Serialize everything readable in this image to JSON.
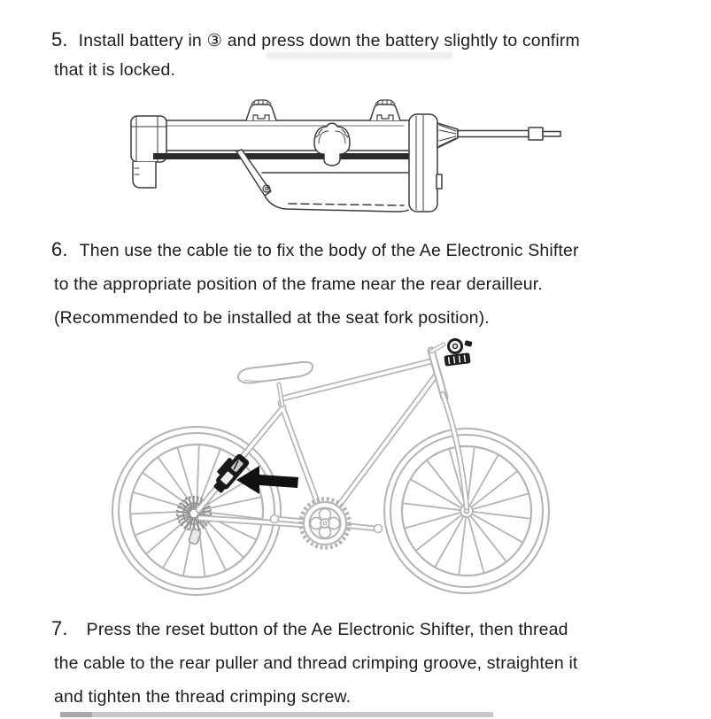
{
  "page": {
    "background": "#ffffff",
    "text_color": "#1c1c1c"
  },
  "steps": [
    {
      "number": "5.",
      "lines": [
        "Install battery in ③ and press down the battery slightly to confirm",
        "that it is locked."
      ]
    },
    {
      "number": "6.",
      "lines": [
        "Then use the cable tie to fix the body of the Ae Electronic Shifter",
        "to the appropriate position of the frame near the rear derailleur.",
        "(Recommended to be installed at the seat fork position)."
      ]
    },
    {
      "number": "7.",
      "lines": [
        "Press the reset button of the Ae Electronic Shifter, then thread",
        "the cable to the rear puller and thread crimping groove, straighten it",
        "and tighten the thread crimping screw."
      ]
    }
  ],
  "figures": [
    {
      "name": "shifter-battery-diagram",
      "description": "line drawing of Ae Electronic Shifter body with battery compartment and cable"
    },
    {
      "name": "bicycle-diagram",
      "description": "bicycle line drawing with shifter mounted at seat stay near rear derailleur, indicated by arrow"
    }
  ],
  "colors": {
    "drawing_line_dark": "#3c3c3c",
    "drawing_line_gray": "#b4b4b4",
    "highlight_black": "#161616",
    "artifact_gray": "#c9c9c9"
  }
}
